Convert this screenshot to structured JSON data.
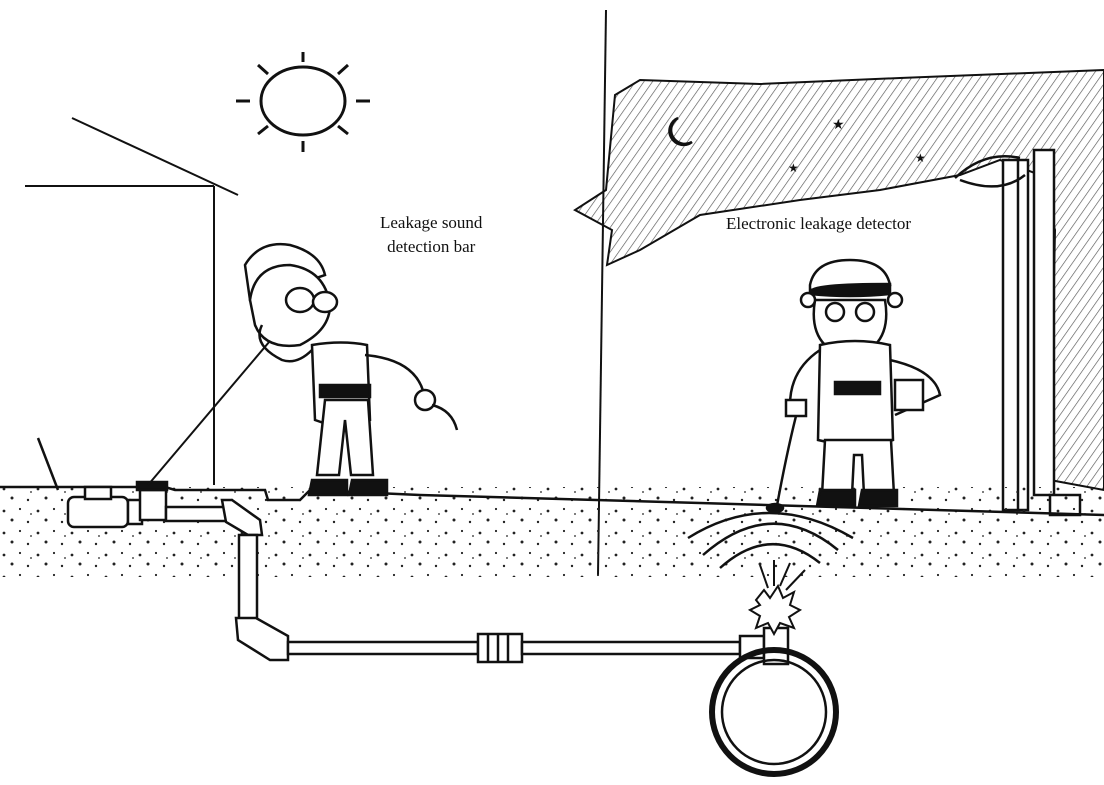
{
  "labels": {
    "leakage_sound_bar_line1": "Leakage sound",
    "leakage_sound_bar_line2": "detection bar",
    "electronic_detector": "Electronic leakage detector"
  },
  "colors": {
    "ink": "#111111",
    "background": "#ffffff",
    "night_hatch": "#555555"
  }
}
